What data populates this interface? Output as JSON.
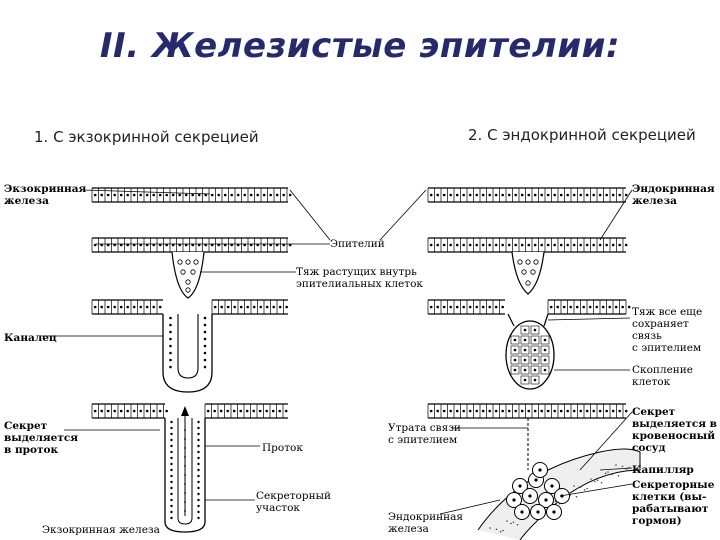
{
  "slide": {
    "title": "II. Железистые эпителии:",
    "left_heading": "1. С экзокринной секрецией",
    "right_heading": "2. С эндокринной секрецией"
  },
  "left_labels": {
    "exocrine_gland": "Экзокринная\nжелеза",
    "epithelium": "Эпителий",
    "cord_growth": "Тяж растущих внутрь\nэпителиальных клеток",
    "canal": "Каналец",
    "secretion_to_duct": "Секрет\nвыделяется\nв проток",
    "duct": "Проток",
    "secretory_part": "Секреторный\nучасток",
    "exocrine_gland_bottom": "Экзокринная железа"
  },
  "right_labels": {
    "endocrine_gland": "Эндокринная\nжелеза",
    "cord_still_connected": "Тяж все еще\nсохраняет\nсвязь\nс эпителием",
    "cell_cluster": "Скопление\nклеток",
    "loss_of_connection": "Утрата связи\nс эпителием",
    "secretion_to_blood": "Секрет\nвыделяется в\nкровеносный\nсосуд",
    "capillary": "Капилляр",
    "secretory_cells": "Секреторные\nклетки (вы-\nрабатывают\nгормон)",
    "endocrine_gland_bottom": "Эндокринная\nжелеза"
  }
}
